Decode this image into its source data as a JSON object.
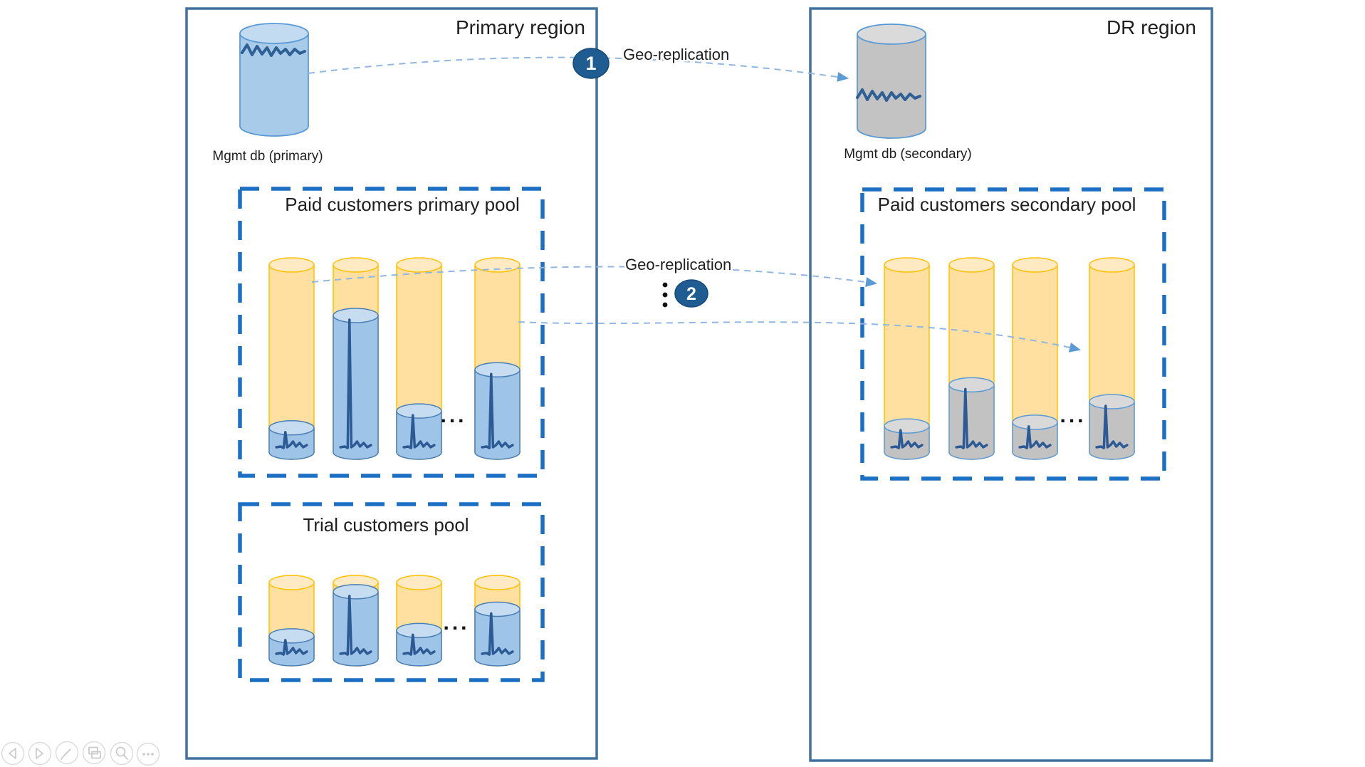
{
  "diagram": {
    "primary_region": {
      "title": "Primary region",
      "mgmt_db_label": "Mgmt db (primary)",
      "paid_pool": {
        "title": "Paid customers primary pool",
        "tenant_fill_percents": [
          13,
          73,
          22,
          44
        ],
        "ellipsis": "..."
      },
      "trial_pool": {
        "title": "Trial customers pool",
        "tenant_fill_percents": [
          30,
          88,
          37,
          65
        ],
        "ellipsis": "..."
      }
    },
    "dr_region": {
      "title": "DR region",
      "mgmt_db_label": "Mgmt db (secondary)",
      "paid_pool": {
        "title": "Paid customers secondary pool",
        "tenant_fill_percents": [
          14,
          36,
          16,
          27
        ],
        "ellipsis": "..."
      }
    },
    "arrows": {
      "db_replication": {
        "step": "1",
        "label": "Geo-replication"
      },
      "pool_replication": {
        "step": "2",
        "label": "Geo-replication",
        "more_indicator_icon": "vertical-ellipsis-icon"
      }
    },
    "colors": {
      "region_border": "#41719C",
      "pool_dash_border": "#1B6FC4",
      "tenant_yellow": "#FFE0A0",
      "tenant_yellow_stroke": "#FFC000",
      "tenant_blue_fill": "#9EC4E7",
      "tenant_gray_fill": "#C2C2C2",
      "mgmt_db_blue": "#A9CBEA",
      "mgmt_db_gray": "#C3C3C3",
      "badge_navy": "#1F5C91",
      "spark_line": "#2D5A94",
      "arrow_blue": "#5B9BD5"
    }
  },
  "toolbar": {
    "items": [
      {
        "icon": "previous-slide-icon"
      },
      {
        "icon": "next-slide-icon"
      },
      {
        "icon": "pen-annotate-icon"
      },
      {
        "icon": "see-all-slides-icon"
      },
      {
        "icon": "zoom-slide-icon"
      },
      {
        "icon": "more-options-icon"
      }
    ]
  }
}
